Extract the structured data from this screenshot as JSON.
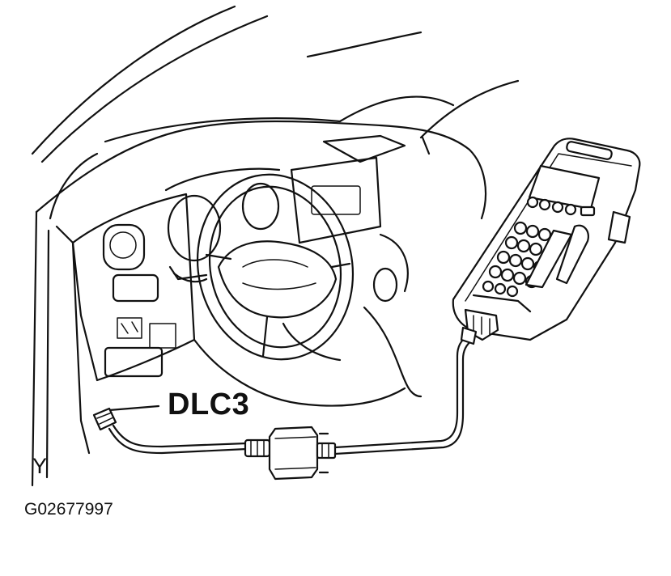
{
  "labels": {
    "connector": "DLC3",
    "view_letter": "Y",
    "figure_id": "G02677997"
  }
}
